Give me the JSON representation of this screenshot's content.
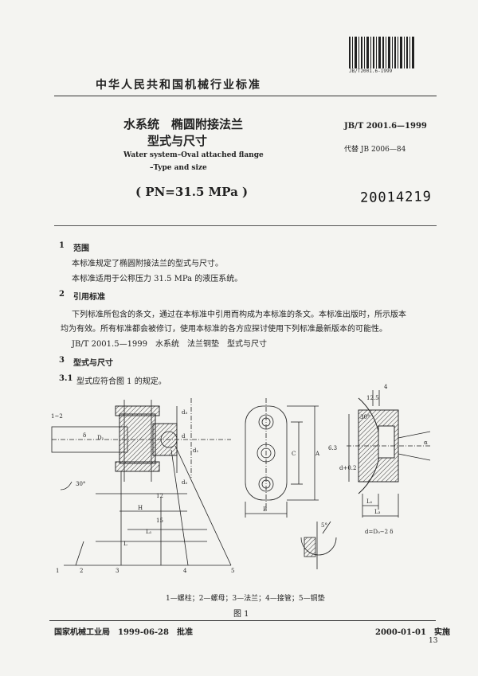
{
  "barcode_text": "JB/T2001.6-1999",
  "org": "中华人民共和国机械行业标准",
  "title_cn_line1": "水系统　椭圆附接法兰",
  "title_cn_line2": "型式与尺寸",
  "title_en_line1": "Water system–Oval attached flange",
  "title_en_line2": "–Type and size",
  "pressure": "( PN=31.5 MPa )",
  "std_number": "JB/T  2001.6—1999",
  "replaces": "代替 JB 2006—84",
  "stamp": "20014219",
  "sections": {
    "s1_num": "1",
    "s1_title": "范围",
    "s1_p1": "本标准规定了椭圆附接法兰的型式与尺寸。",
    "s1_p2": "本标准适用于公称压力 31.5 MPa 的液压系统。",
    "s2_num": "2",
    "s2_title": "引用标准",
    "s2_p1": "下列标准所包含的条文，通过在本标准中引用而构成为本标准的条文。本标准出版时，所示版本",
    "s2_p2": "均为有效。所有标准都会被修订，使用本标准的各方应探讨使用下列标准最新版本的可能性。",
    "s2_ref": "JB/T 2001.5—1999　水系统　法兰铜垫　型式与尺寸",
    "s3_num": "3",
    "s3_title": "型式与尺寸",
    "s31_num": "3.1",
    "s31_text": "型式应符合图 1 的规定。"
  },
  "figure": {
    "labels": {
      "l12": "1~2",
      "delta": "δ",
      "D1": "D₁",
      "d3": "d₃",
      "d": "d",
      "d1": "d₁",
      "d2": "d₂",
      "ang30a": "30°",
      "n12": "12",
      "H": "H",
      "n15": "15",
      "L1": "L₁",
      "L": "L",
      "c1": "1",
      "c2": "2",
      "c3": "3",
      "c4": "4",
      "c5": "5",
      "C": "C",
      "A": "A",
      "B": "B",
      "ang5": "5°",
      "r125": "12.5",
      "r4": "4",
      "ang30b": "30°",
      "r63": "6.3",
      "dtol": "d+0.2",
      "alpha": "α",
      "L1b": "L₁",
      "L3": "L₃",
      "formula": "d=D₀−2 δ"
    },
    "note": "1—螺柱；2—螺母；3—法兰；4—接管；5—铜垫",
    "caption": "图 1"
  },
  "footer": {
    "approved": "国家机械工业局　1999-06-28　批准",
    "effective": "2000-01-01　实施",
    "page": "13"
  }
}
